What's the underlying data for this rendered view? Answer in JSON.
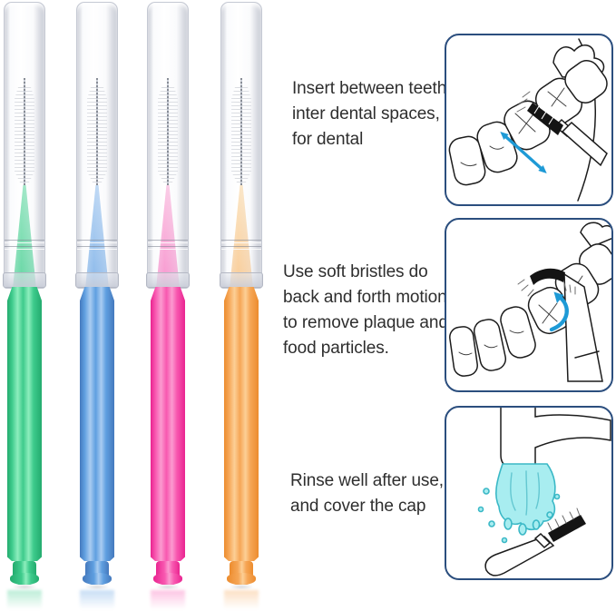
{
  "instructions": [
    {
      "text": "Insert between teeth inter dental spaces, for dental",
      "illustration": "insert-between-teeth-diagram"
    },
    {
      "text": "Use soft bristles do back and forth motion to remove plaque and food particles.",
      "illustration": "back-and-forth-motion-diagram"
    },
    {
      "text": "Rinse well after use, and cover the cap",
      "illustration": "rinse-under-faucet-diagram"
    }
  ],
  "brushes": [
    {
      "color_name": "green",
      "colors": {
        "edge": "#23ab6e",
        "mid": "#3ecb8c",
        "hi": "#8deebd",
        "coneTop": "#8fe4bd",
        "coneBot": "#4fd096"
      }
    },
    {
      "color_name": "blue",
      "colors": {
        "edge": "#4579bd",
        "mid": "#5f9fe0",
        "hi": "#a9ccf1",
        "coneTop": "#b3d2f3",
        "coneBot": "#79aee7"
      }
    },
    {
      "color_name": "pink",
      "colors": {
        "edge": "#e92490",
        "mid": "#f858b0",
        "hi": "#fb9bd0",
        "coneTop": "#fbc3e2",
        "coneBot": "#f687c8"
      }
    },
    {
      "color_name": "orange",
      "colors": {
        "edge": "#ec8c2e",
        "mid": "#f6a656",
        "hi": "#fccf96",
        "coneTop": "#fbe2bd",
        "coneBot": "#f8c488"
      }
    }
  ],
  "colors": {
    "panelBorder": "#2b4e7e",
    "arrow": "#1e9ad6",
    "waterFill": "#a8edf0",
    "waterStroke": "#3ab8c6",
    "ink": "#2e2e2e",
    "line": "#1c1c1c"
  }
}
